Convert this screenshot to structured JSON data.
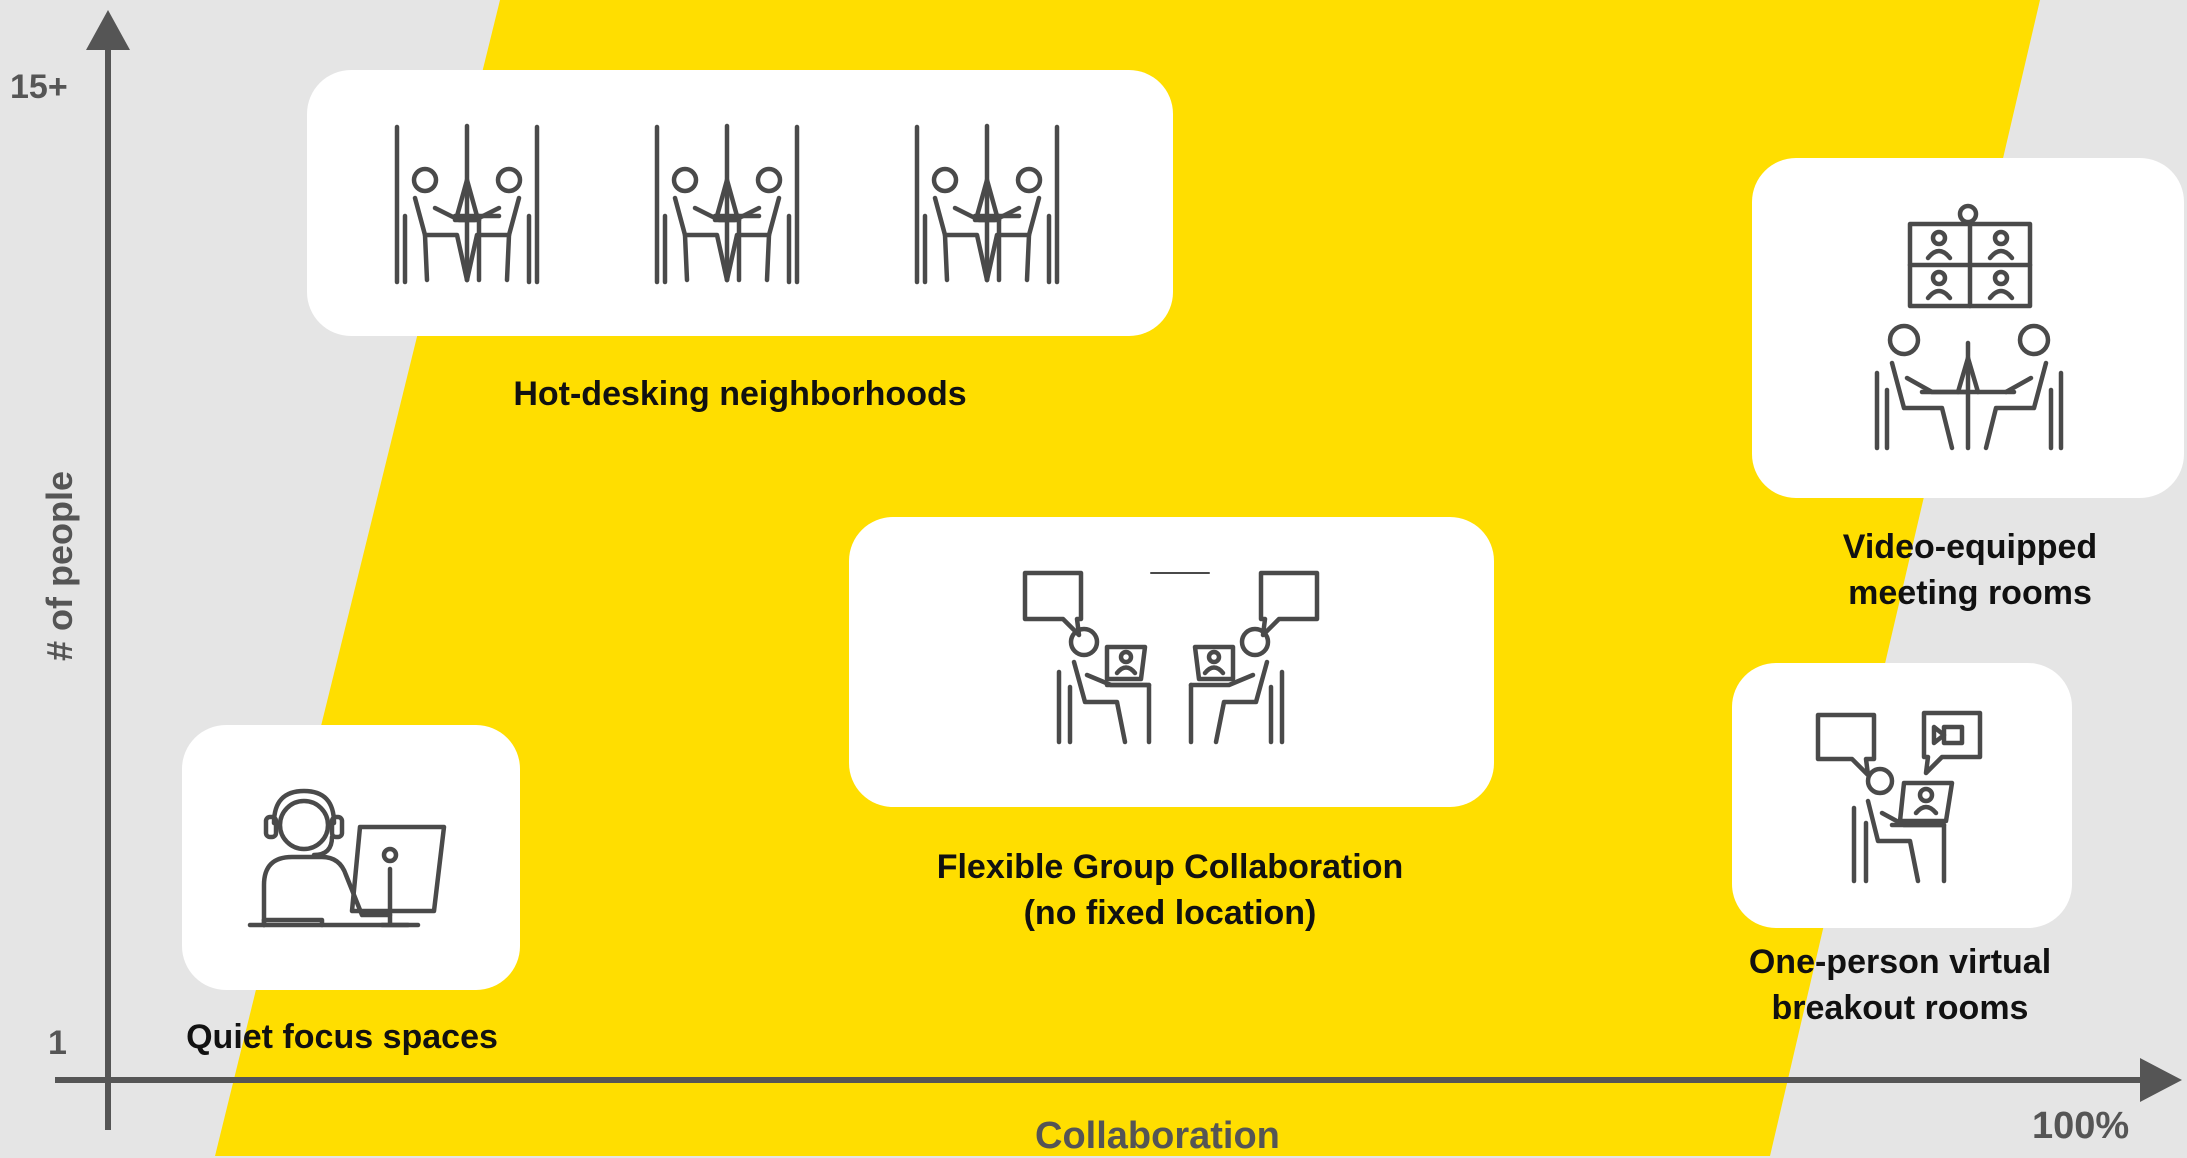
{
  "colors": {
    "background": "#e5e5e5",
    "band": "#ffde00",
    "axis": "#555555",
    "card": "#ffffff",
    "icon": "#4a4a4a",
    "label": "#111111"
  },
  "axes": {
    "y_label": "# of people",
    "y_max_label": "15+",
    "y_min_label": "1",
    "x_label": "Collaboration",
    "x_max_label": "100%"
  },
  "spaces": {
    "hot_desking": {
      "label": "Hot-desking neighborhoods",
      "icon": "paired-desks-icon"
    },
    "video_rooms": {
      "label_line1": "Video-equipped",
      "label_line2": "meeting rooms",
      "icon": "video-conference-room-icon"
    },
    "flexible": {
      "label_line1": "Flexible Group Collaboration",
      "label_line2": "(no fixed location)",
      "icon": "group-chat-icon"
    },
    "quiet": {
      "label": "Quiet focus spaces",
      "icon": "headset-worker-icon"
    },
    "breakout": {
      "label_line1": "One-person virtual",
      "label_line2": "breakout rooms",
      "icon": "virtual-meeting-icon"
    }
  }
}
